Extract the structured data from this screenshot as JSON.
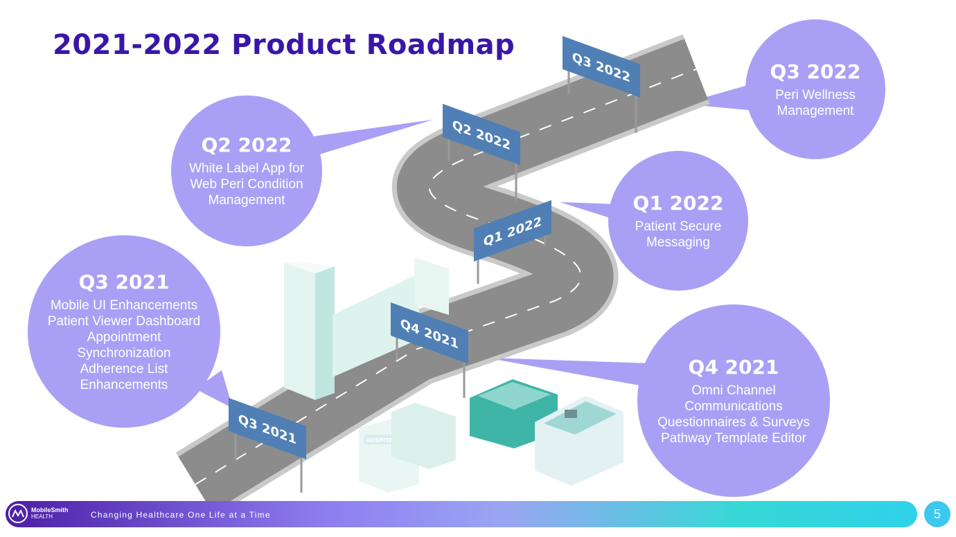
{
  "title": "2021-2022 Product Roadmap",
  "colors": {
    "title": "#3a16a8",
    "bubble": "#a9a0f5",
    "sign": "#4f7fb5",
    "road": "#8c8c8c"
  },
  "signs": [
    {
      "label": "Q3 2021"
    },
    {
      "label": "Q4 2021"
    },
    {
      "label": "Q1 2022"
    },
    {
      "label": "Q2 2022"
    },
    {
      "label": "Q3 2022"
    }
  ],
  "hospital_label": "HOSPITAL",
  "bubbles": [
    {
      "quarter": "Q3 2021",
      "items": [
        "Mobile UI Enhancements",
        "Patient Viewer Dashboard",
        "Appointment",
        "Synchronization",
        "Adherence List",
        "Enhancements"
      ]
    },
    {
      "quarter": "Q2 2022",
      "items": [
        "White Label App for",
        "Web Peri Condition",
        "Management"
      ]
    },
    {
      "quarter": "Q3 2022",
      "items": [
        "Peri Wellness",
        "Management"
      ]
    },
    {
      "quarter": "Q1 2022",
      "items": [
        "Patient Secure",
        "Messaging"
      ]
    },
    {
      "quarter": "Q4 2021",
      "items": [
        "Omni Channel",
        "Communications",
        "Questionnaires & Surveys",
        "Pathway Template Editor"
      ]
    }
  ],
  "footer": {
    "logo_line1": "MobileSmith",
    "logo_line2": "HEALTH",
    "tagline": "Changing Healthcare One Life at a Time",
    "page_number": "5"
  }
}
